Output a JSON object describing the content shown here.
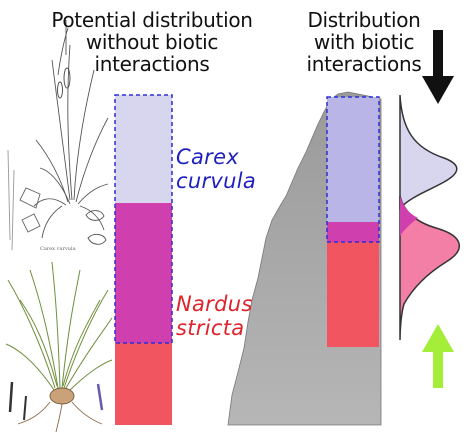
{
  "headings": {
    "potential": [
      "Potential distribution",
      "without biotic",
      "interactions"
    ],
    "realized": [
      "Distribution",
      "with biotic",
      "interactions"
    ]
  },
  "species": {
    "carex": [
      "Carex",
      "curvula"
    ],
    "nardus": [
      "Nardus",
      "stricta"
    ]
  },
  "illustration_labels": {
    "carex_sketch": "Carex curvula"
  },
  "colors": {
    "carex_fill": "#d8d6ef",
    "carex_realized_fill": "#b9b5e6",
    "overlap_fill": "#cf3fae",
    "nardus_fill": "#f05560",
    "nardus_pink": "#f37fa6",
    "dashed_outline": "#2e2ed6",
    "carex_text": "#1f1fbf",
    "nardus_text": "#e0222b",
    "mountain": "#a8a8a8",
    "arrow_down": "#111111",
    "arrow_up": "#a4ee3a"
  },
  "icons": {
    "down_arrow": "arrow-down-icon",
    "up_arrow": "arrow-up-icon"
  }
}
